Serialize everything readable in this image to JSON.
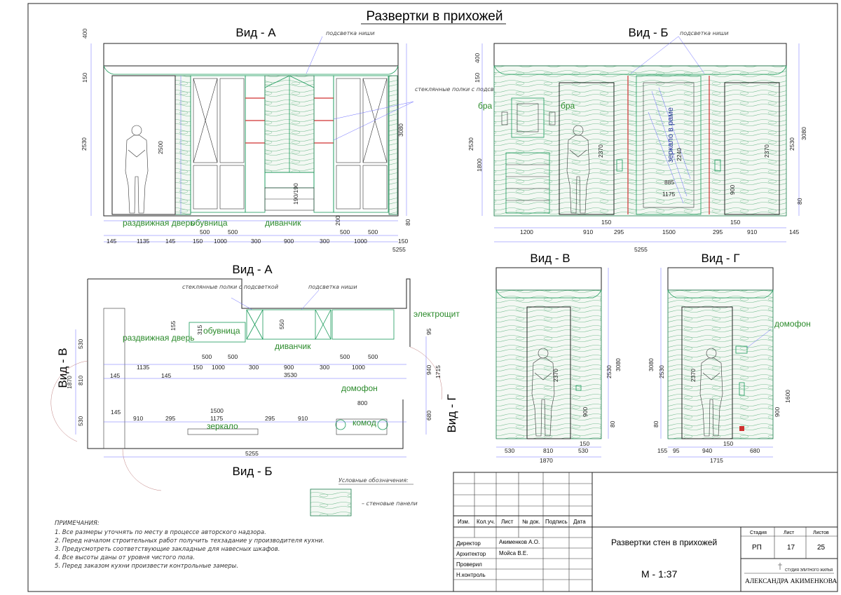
{
  "sheet_title": "Развертки в прихожей",
  "views": {
    "a": "Вид - А",
    "b": "Вид - Б",
    "v": "Вид - В",
    "g": "Вид - Г",
    "plan_a": "Вид - А",
    "plan_b": "Вид - Б",
    "plan_v": "Вид - В",
    "plan_g": "Вид - Г"
  },
  "labels": {
    "niche_light": "подсветка ниши",
    "glass_shelves": "стеклянные полки с подсветкой",
    "sliding_door": "раздвижная дверь",
    "shoe_rack": "обувница",
    "sofa": "диванчик",
    "sconce": "бра",
    "mirror_in_frame": "зеркало в раме",
    "intercom": "домофон",
    "electric_panel": "электрощит",
    "mirror": "зеркало",
    "dresser": "комод"
  },
  "dims": {
    "a_total": "5255",
    "a_h_total": "3080",
    "a_h_door": "2500",
    "a_h_ceiling": "2530",
    "a_top": "400",
    "a_cornice": "150",
    "a_80": "80",
    "a_row1": [
      "1135",
      "500",
      "500",
      "900",
      "500",
      "500"
    ],
    "a_row2": [
      "145",
      "145",
      "150",
      "1000",
      "300",
      "900",
      "300",
      "1000",
      "150"
    ],
    "a_200": "200",
    "a_190": "190/190",
    "b_total": "5255",
    "b_h_total": "3080",
    "b_2530": "2530",
    "b_1800": "1800",
    "b_2370": "2370",
    "b_900": "900",
    "b_885": "885",
    "b_1175": "1175",
    "b_2240": "2240",
    "b_80": "80",
    "b_400": "400",
    "b_150": "150",
    "b_row1": [
      "1200",
      "910",
      "295",
      "1500",
      "295",
      "910",
      "145"
    ],
    "v_total": "1870",
    "v_row": [
      "530",
      "810",
      "530"
    ],
    "v_3080": "3080",
    "v_2530": "2530",
    "v_2370": "2370",
    "v_900": "900",
    "v_150": "150",
    "v_80": "80",
    "g_total": "1715",
    "g_row": [
      "155",
      "95",
      "940",
      "680"
    ],
    "g_3080": "3080",
    "g_2530": "2530",
    "g_2370": "2370",
    "g_1600": "1600",
    "g_900": "900",
    "g_150": "150",
    "g_80": "80",
    "plan_top": [
      "1135",
      "500",
      "500",
      "300",
      "900",
      "300",
      "500",
      "500",
      "1000"
    ],
    "plan_top2": [
      "145",
      "145",
      "150",
      "1000",
      "300",
      "900",
      "300",
      "1000"
    ],
    "plan_3530": "3530",
    "plan_1500": "1500",
    "plan_1175": "1175",
    "plan_bottom": [
      "145",
      "910",
      "295",
      "295",
      "910"
    ],
    "plan_5255": "5255",
    "plan_800": "800",
    "plan_left": [
      "530",
      "1870",
      "810",
      "530"
    ],
    "plan_right": [
      "95",
      "940",
      "1715",
      "680"
    ],
    "plan_155": "155",
    "plan_315": "315",
    "plan_550": "550"
  },
  "legend": {
    "title": "Условные обозначения:",
    "item": "– стеновые панели"
  },
  "notes": {
    "title": "ПРИМЕЧАНИЯ:",
    "items": [
      "1. Все размеры уточнять по месту в процессе авторского надзора.",
      "2. Перед началом строительных работ получить техзадание у производителя кухни.",
      "3. Предусмотреть соответствующие закладные для навесных шкафов.",
      "4. Все высоты даны от уровня чистого пола.",
      "5. Перед заказом кухни произвести контрольные замеры."
    ]
  },
  "title_block": {
    "headers": [
      "Изм.",
      "Кол.уч.",
      "Лист",
      "№ док.",
      "Подпись",
      "Дата"
    ],
    "roles": [
      "Директор",
      "Архитектор",
      "Проверил",
      "Н.контроль"
    ],
    "names": [
      "Акименков А.О.",
      "Мойса В.Е.",
      "",
      ""
    ],
    "drawing_title": "Развертки стен в прихожей",
    "stage_label": "Стадия",
    "sheet_label": "Лист",
    "sheets_label": "Листов",
    "stage": "РП",
    "sheet": "17",
    "sheets": "25",
    "scale": "М - 1:37",
    "studio_small": "СТУДИЯ ЭЛИТНОГО ЖИЛЬЯ",
    "studio_big": "АЛЕКСАНДРА АКИМЕНКОВА"
  }
}
